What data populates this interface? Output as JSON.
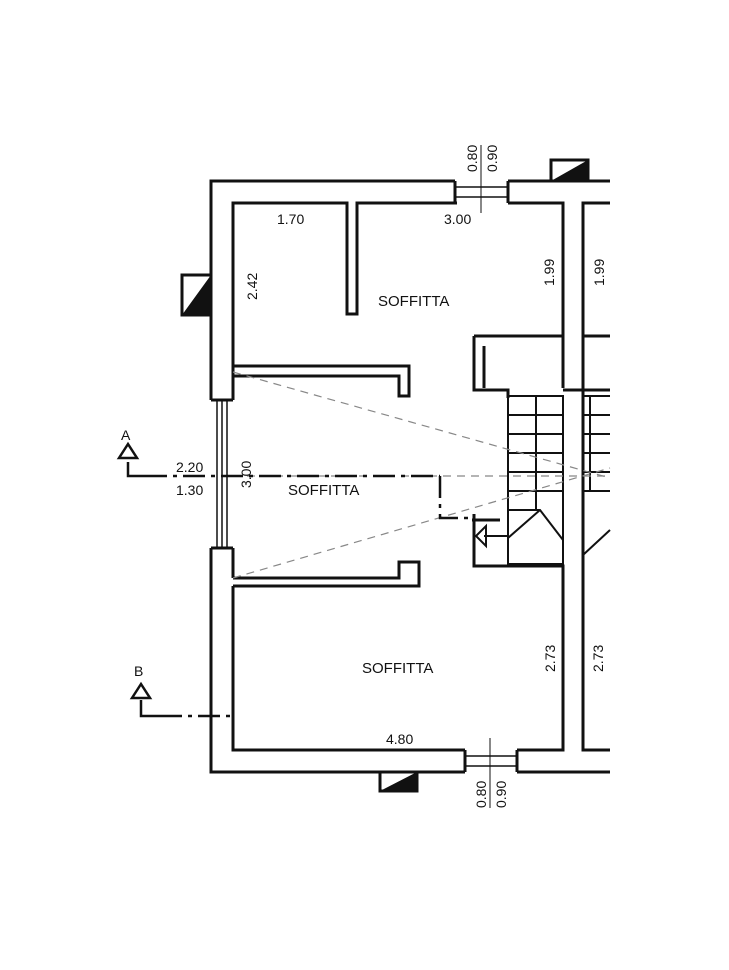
{
  "rooms": {
    "upper": "SOFFITTA",
    "middle": "SOFFITTA",
    "lower": "SOFFITTA"
  },
  "dimensions": {
    "upper_left_width": "1.70",
    "upper_right_width": "3.00",
    "upper_left_height": "2.42",
    "upper_right_height": "1.99",
    "neighbor_upper_height": "1.99",
    "window_left_height": "2.20",
    "window_left_sill": "1.30",
    "middle_width": "3.00",
    "lower_height": "2.73",
    "neighbor_lower_height": "2.73",
    "lower_width": "4.80",
    "top_window_height": "0.80",
    "top_window_height_2": "0.90",
    "bottom_window_height": "0.80",
    "bottom_window_height_2": "0.90"
  },
  "sections": {
    "a": "A",
    "b": "B"
  },
  "colors": {
    "wall": "#111111",
    "hidden_line": "#888888"
  }
}
